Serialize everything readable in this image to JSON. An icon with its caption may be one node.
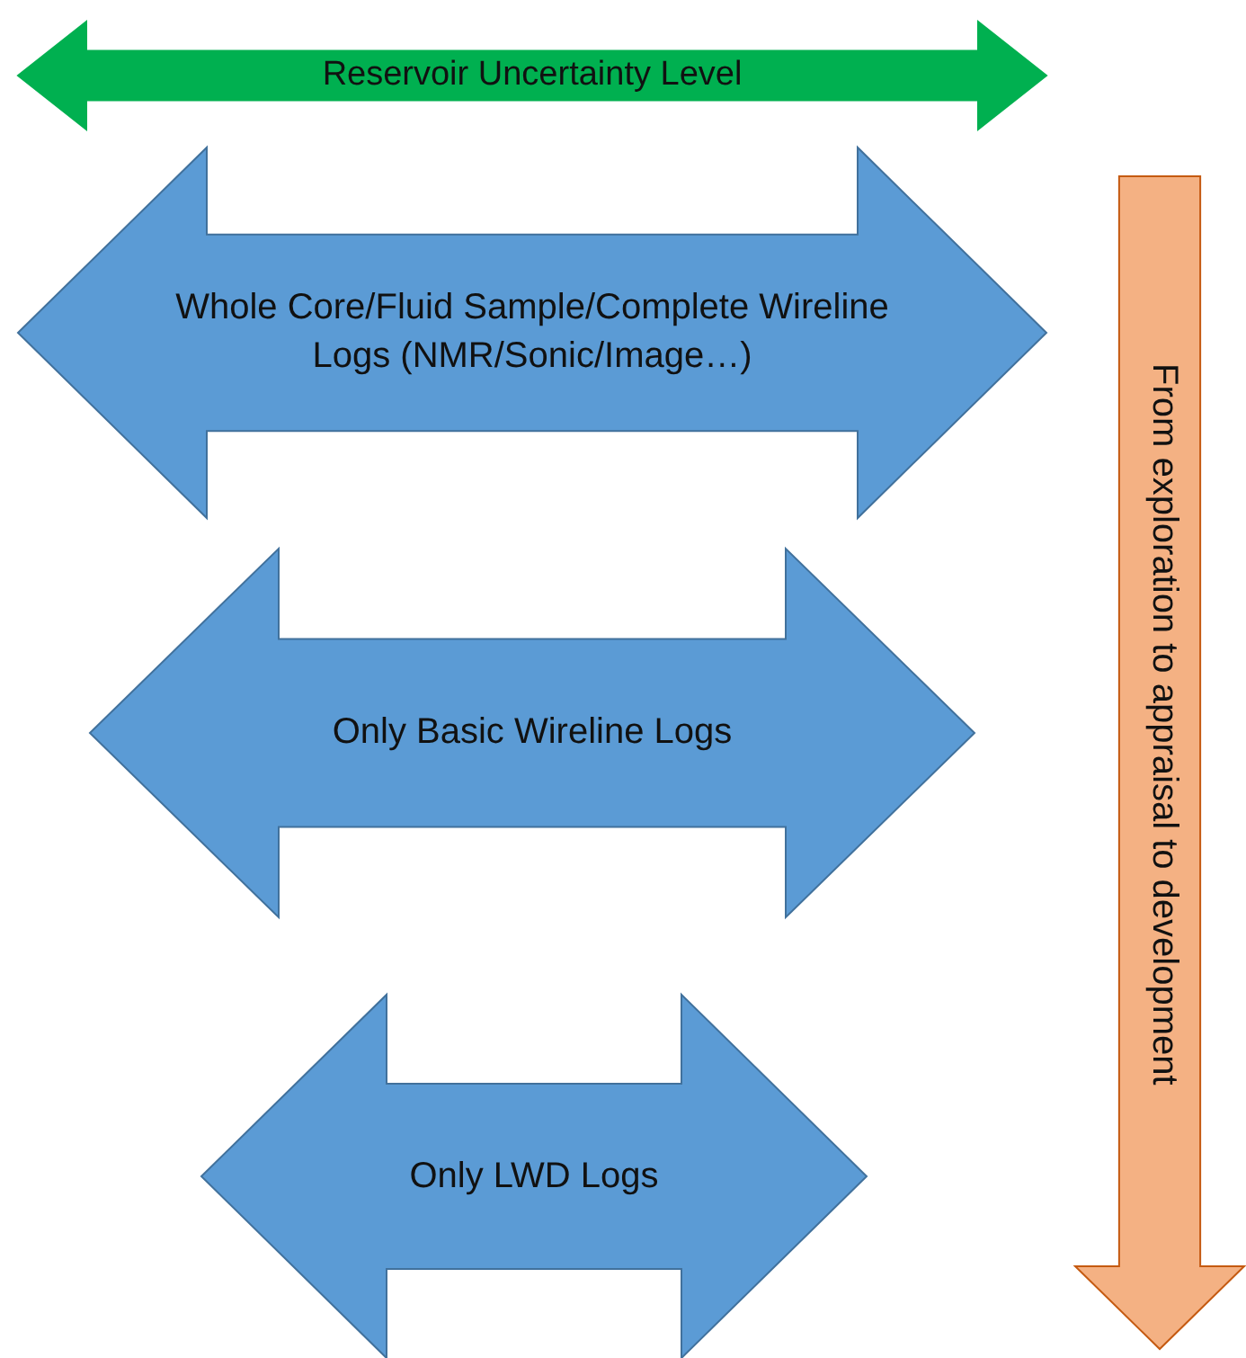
{
  "diagram": {
    "nodes": [
      {
        "text": [
          "Reservoir Uncertainty Level"
        ]
      },
      {
        "text": [
          "Whole Core/Fluid Sample/Complete Wireline Logs (NMR/Sonic/Image…)"
        ]
      },
      {
        "text": [
          "Only Basic Wireline Logs"
        ]
      },
      {
        "text": [
          "Only LWD Logs"
        ]
      },
      {
        "text": [
          "From exploration to appraisal to development"
        ]
      }
    ]
  }
}
